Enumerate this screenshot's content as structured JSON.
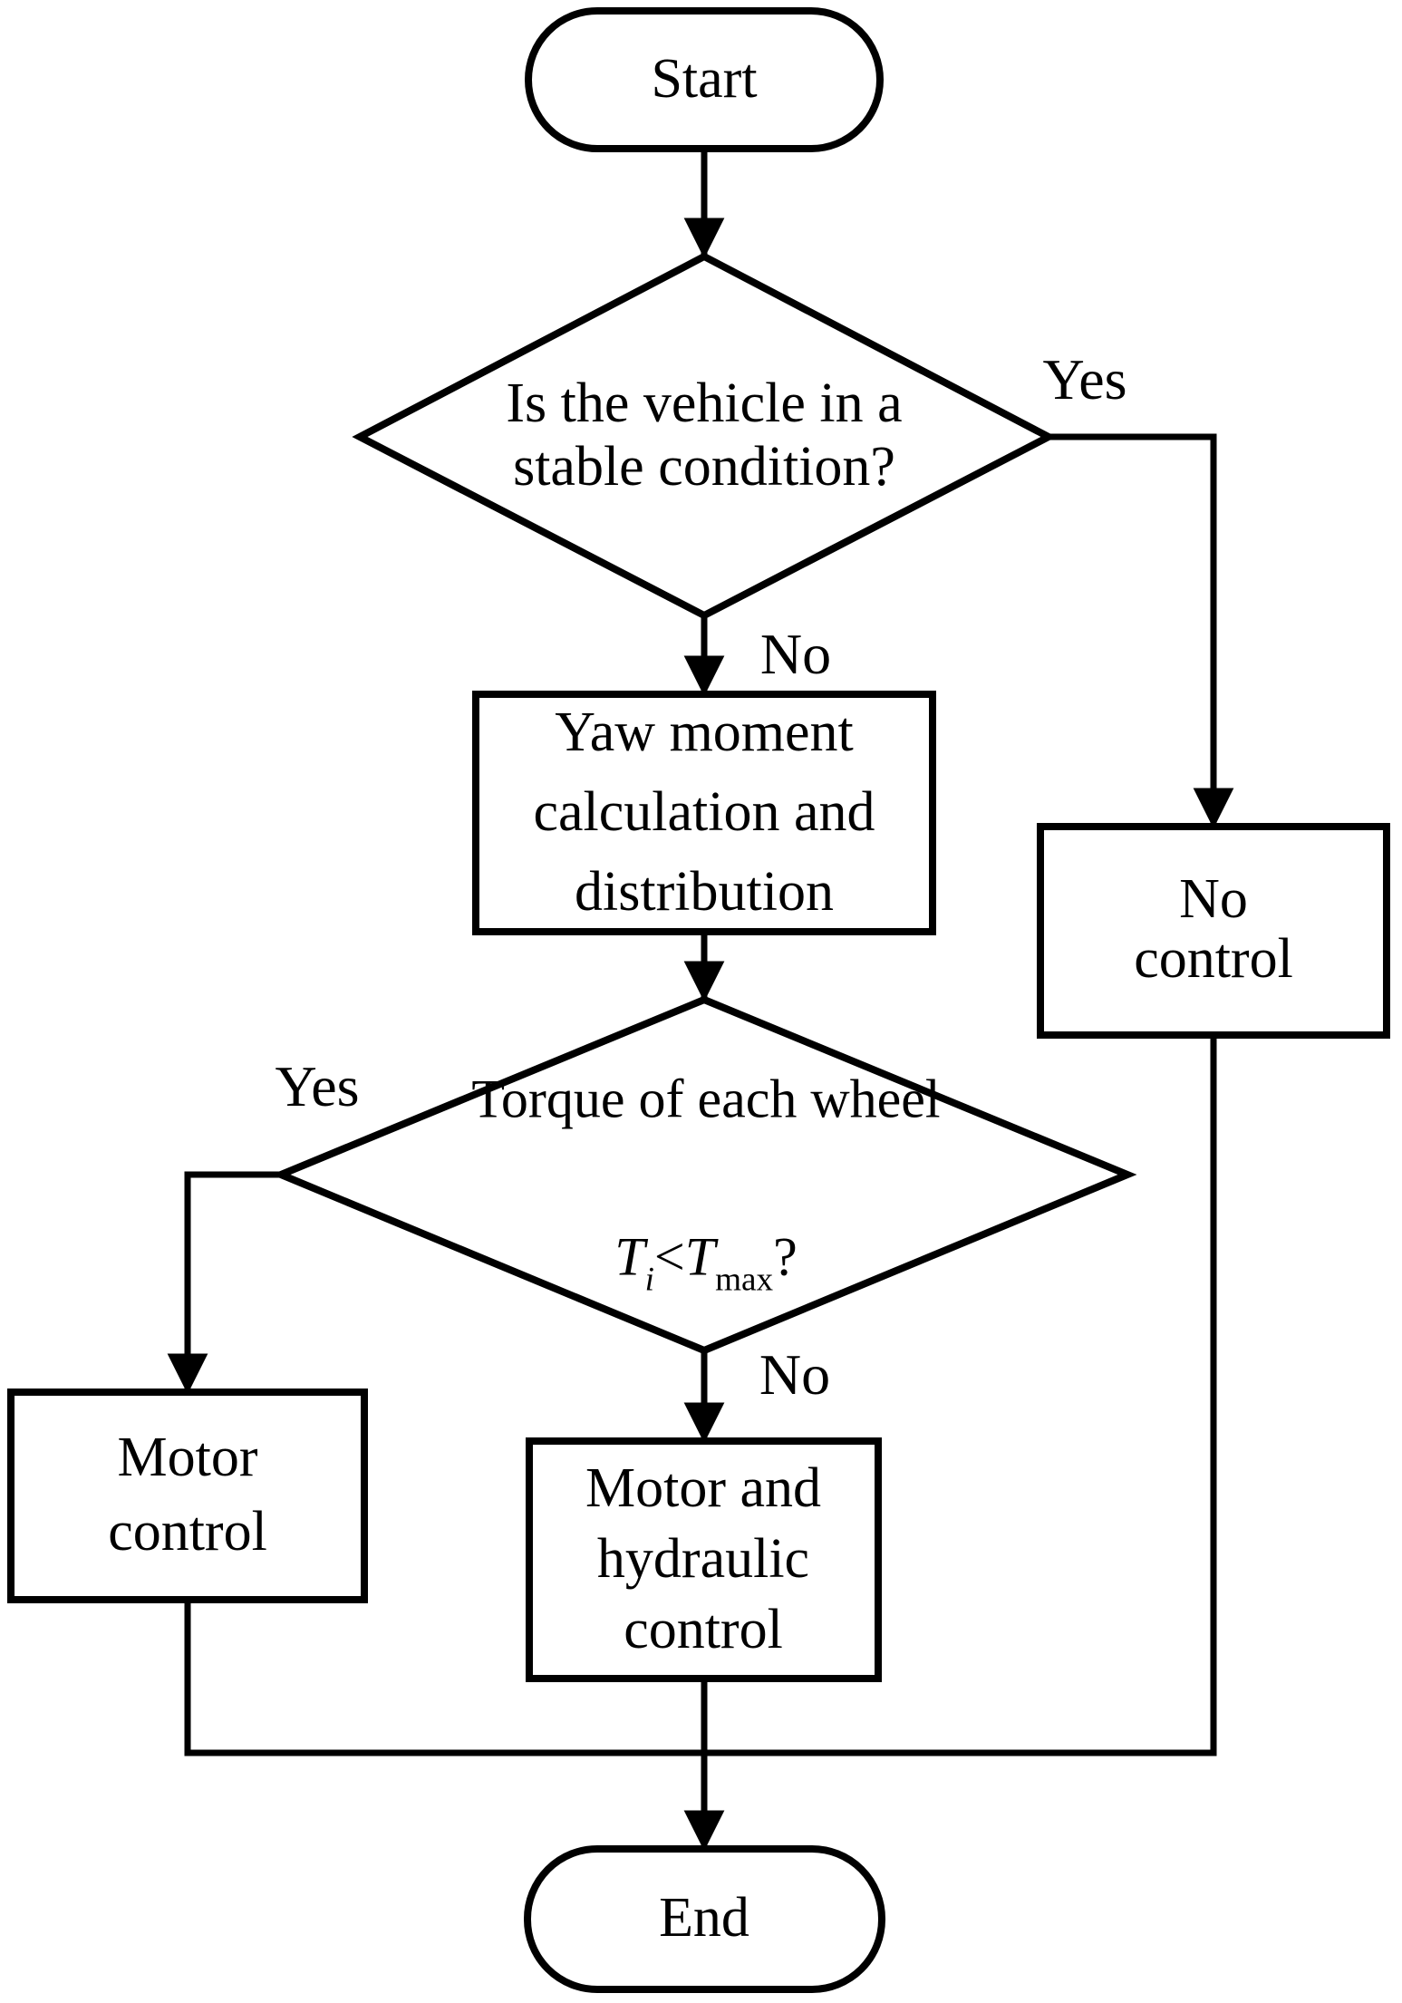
{
  "page": {
    "background_color": "#ffffff",
    "ink_color": "#000000"
  },
  "flowchart": {
    "nodes": {
      "start": {
        "type": "terminator",
        "label": "Start"
      },
      "stable_decision": {
        "type": "decision",
        "label": "Is the vehicle in a\nstable condition?"
      },
      "no_control": {
        "type": "process",
        "label": "No control"
      },
      "yaw_moment": {
        "type": "process",
        "label": "Yaw moment\ncalculation and\ndistribution"
      },
      "torque_decision": {
        "type": "decision",
        "label_line1": "Torque of each wheel",
        "formula": {
          "var1": "T",
          "sub1": "i",
          "operator": "<",
          "var2": "T",
          "sub2": "max",
          "suffix": "?"
        }
      },
      "motor_control": {
        "type": "process",
        "label": "Motor\ncontrol"
      },
      "motor_hydraulic": {
        "type": "process",
        "label": "Motor and\nhydraulic\ncontrol"
      },
      "end": {
        "type": "terminator",
        "label": "End"
      }
    },
    "edge_labels": {
      "stable_yes": "Yes",
      "stable_no": "No",
      "torque_yes": "Yes",
      "torque_no": "No"
    }
  }
}
